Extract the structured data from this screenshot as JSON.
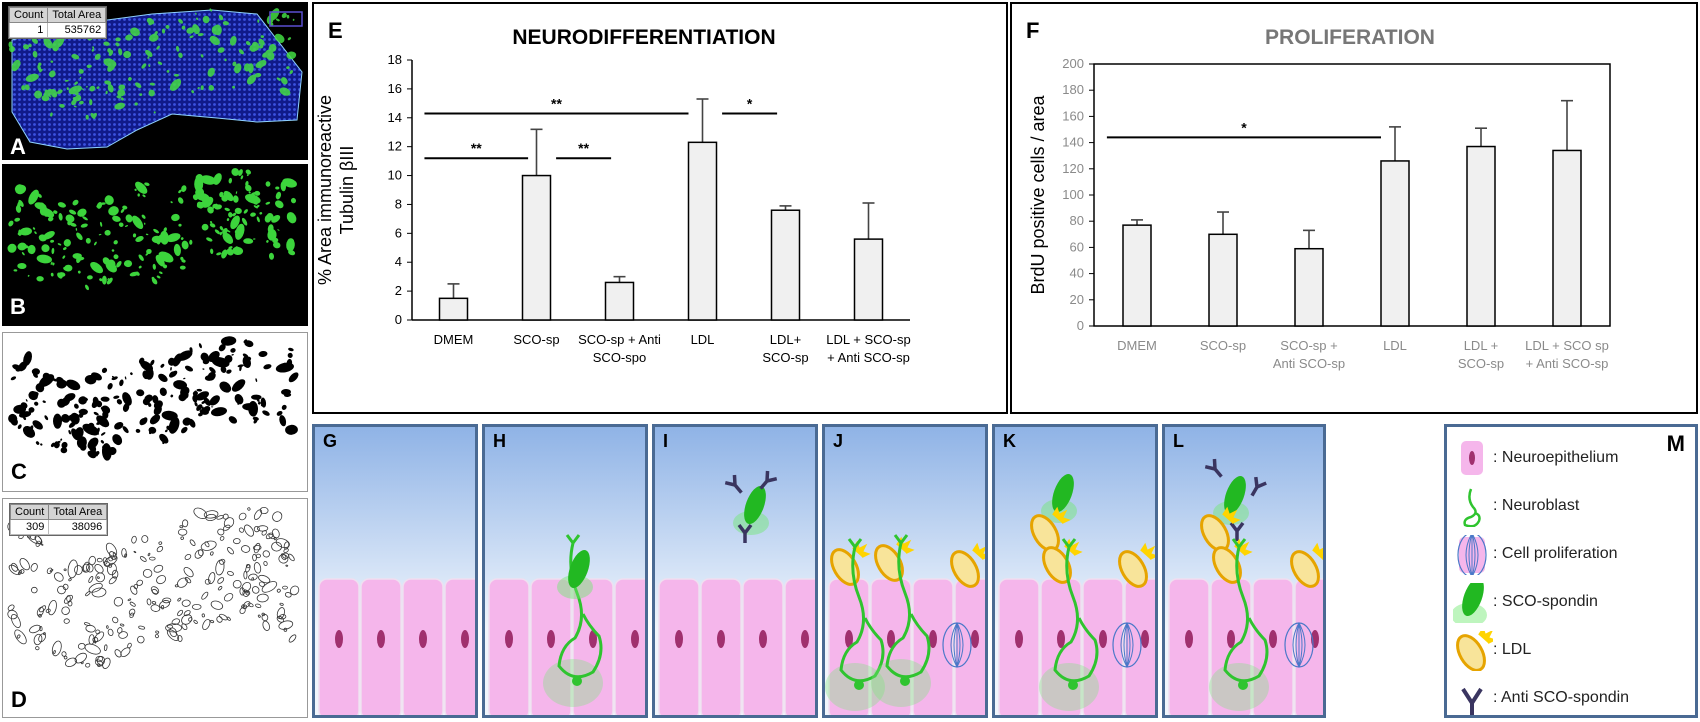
{
  "panels": {
    "a": {
      "label": "A",
      "table": {
        "headers": [
          "Count",
          "Total Area"
        ],
        "row": [
          "1",
          "535762"
        ]
      }
    },
    "b": {
      "label": "B"
    },
    "c": {
      "label": "C"
    },
    "d": {
      "label": "D",
      "table": {
        "headers": [
          "Count",
          "Total Area"
        ],
        "row": [
          "309",
          "38096"
        ]
      }
    },
    "schematic": [
      "G",
      "H",
      "I",
      "J",
      "K",
      "L"
    ],
    "legend_label": "M"
  },
  "chart_data": [
    {
      "type": "bar",
      "panel_label": "E",
      "title": "NEURODIFFERENTIATION",
      "ylabel_lines": [
        "% Area immunoreactive",
        "Tubulin βIII"
      ],
      "categories": [
        [
          "DMEM"
        ],
        [
          "SCO-sp"
        ],
        [
          "SCO-sp + Anti",
          "SCO-spo"
        ],
        [
          "LDL"
        ],
        [
          "LDL+",
          "SCO-sp"
        ],
        [
          "LDL + SCO-sp",
          "+ Anti SCO-sp"
        ]
      ],
      "values": [
        1.5,
        10.0,
        2.6,
        12.3,
        7.6,
        5.6
      ],
      "errors": [
        1.0,
        3.2,
        0.4,
        3.0,
        0.3,
        2.5
      ],
      "ylim": [
        0,
        18
      ],
      "yticks": [
        0,
        2,
        4,
        6,
        8,
        10,
        12,
        14,
        16,
        18
      ],
      "significance": [
        {
          "from": 0,
          "to": 1,
          "y": 11.2,
          "label": "**"
        },
        {
          "from": 1,
          "to": 2,
          "y": 11.2,
          "label": "**"
        },
        {
          "from": 0,
          "to": 3,
          "y": 14.3,
          "label": "**"
        },
        {
          "from": 3,
          "to": 4,
          "y": 14.3,
          "label": "*"
        }
      ]
    },
    {
      "type": "bar",
      "panel_label": "F",
      "title": "PROLIFERATION",
      "ylabel_lines": [
        "BrdU positive cells / area"
      ],
      "categories": [
        [
          "DMEM"
        ],
        [
          "SCO-sp"
        ],
        [
          "SCO-sp +",
          "Anti SCO-sp"
        ],
        [
          "LDL"
        ],
        [
          "LDL +",
          "SCO-sp"
        ],
        [
          "LDL + SCO sp",
          "+ Anti SCO-sp"
        ]
      ],
      "values": [
        77,
        70,
        59,
        126,
        137,
        134
      ],
      "errors": [
        4,
        17,
        14,
        26,
        14,
        38
      ],
      "ylim": [
        0,
        200
      ],
      "yticks": [
        0,
        20,
        40,
        60,
        80,
        100,
        120,
        140,
        160,
        180,
        200
      ],
      "significance": [
        {
          "from": 0,
          "to": 3,
          "y": 144,
          "label": "*"
        }
      ]
    }
  ],
  "legend": [
    {
      "icon": "neuroepithelium",
      "label": ": Neuroepithelium"
    },
    {
      "icon": "neuroblast",
      "label": ": Neuroblast"
    },
    {
      "icon": "cell-proliferation",
      "label": ": Cell proliferation"
    },
    {
      "icon": "sco-spondin",
      "label": ": SCO-spondin"
    },
    {
      "icon": "ldl",
      "label": ": LDL"
    },
    {
      "icon": "anti-sco-spondin",
      "label": ": Anti SCO-spondin"
    }
  ],
  "colors": {
    "fluor_green": "#3cd43c",
    "nuclei_blue": "#1c2fb4",
    "epithelium_pink": "#f4b4ea",
    "sco_green": "#22b822",
    "ldl_yellow": "#f8e49a",
    "antibody": "#3a3560",
    "frame_blue": "#4a6a93"
  }
}
